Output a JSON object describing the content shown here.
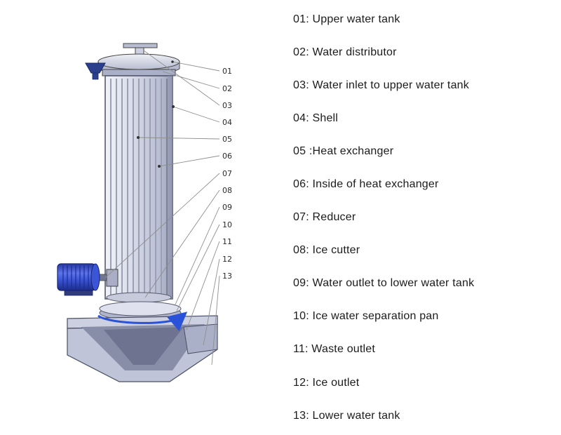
{
  "page": {
    "background": "#ffffff"
  },
  "legend": {
    "items": [
      {
        "text": "01: Upper water tank"
      },
      {
        "text": "02: Water distributor"
      },
      {
        "text": "03: Water inlet to upper water tank"
      },
      {
        "text": "04: Shell"
      },
      {
        "text": "05 :Heat exchanger"
      },
      {
        "text": "06: Inside of heat exchanger"
      },
      {
        "text": "07: Reducer"
      },
      {
        "text": "08: Ice cutter"
      },
      {
        "text": "09: Water outlet to lower water tank"
      },
      {
        "text": "10: Ice water separation pan"
      },
      {
        "text": "11: Waste outlet"
      },
      {
        "text": "12: Ice outlet"
      },
      {
        "text": "13: Lower water tank"
      }
    ]
  },
  "diagram": {
    "callouts": [
      "01",
      "02",
      "03",
      "04",
      "05",
      "06",
      "07",
      "08",
      "09",
      "10",
      "11",
      "12",
      "13"
    ],
    "colors": {
      "machine_body": "#bfc4d8",
      "machine_light": "#eceef5",
      "machine_dark": "#8f94ad",
      "outline": "#4a4f63",
      "motor_blue": "#2e4fd0",
      "arrow_blue": "#2a52d8",
      "funnel_blue": "#2b3f8c",
      "leader_line": "#8f8f8f"
    }
  }
}
